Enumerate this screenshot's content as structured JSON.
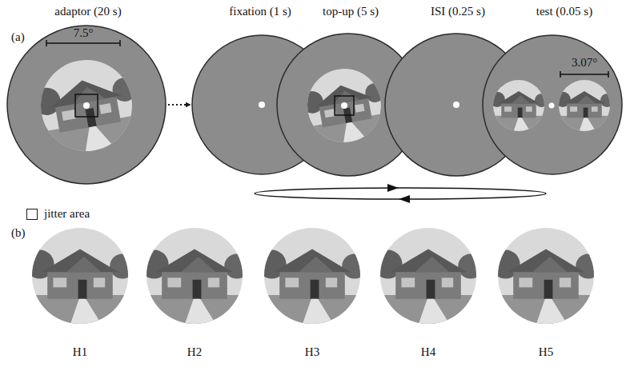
{
  "diagram": {
    "nodes": [
      {
        "text": [
          "adaptor (20 s)",
          "7.5°"
        ]
      },
      {
        "text": [
          "fixation (1 s)"
        ]
      },
      {
        "text": [
          "top-up (5 s)"
        ]
      },
      {
        "text": [
          "ISI (0.25 s)"
        ]
      },
      {
        "text": [
          "test (0.05 s)",
          "3.07°"
        ]
      },
      {
        "text": [
          "H1"
        ]
      },
      {
        "text": [
          "H2"
        ]
      },
      {
        "text": [
          "H3"
        ]
      },
      {
        "text": [
          "H4"
        ]
      },
      {
        "text": [
          "H5"
        ]
      }
    ],
    "edges": [
      {
        "from": 0,
        "to": 1,
        "arrow": "to"
      }
    ],
    "labels": [
      "(a)",
      "(b)"
    ],
    "legend": [
      {
        "text": "jitter area"
      }
    ]
  }
}
